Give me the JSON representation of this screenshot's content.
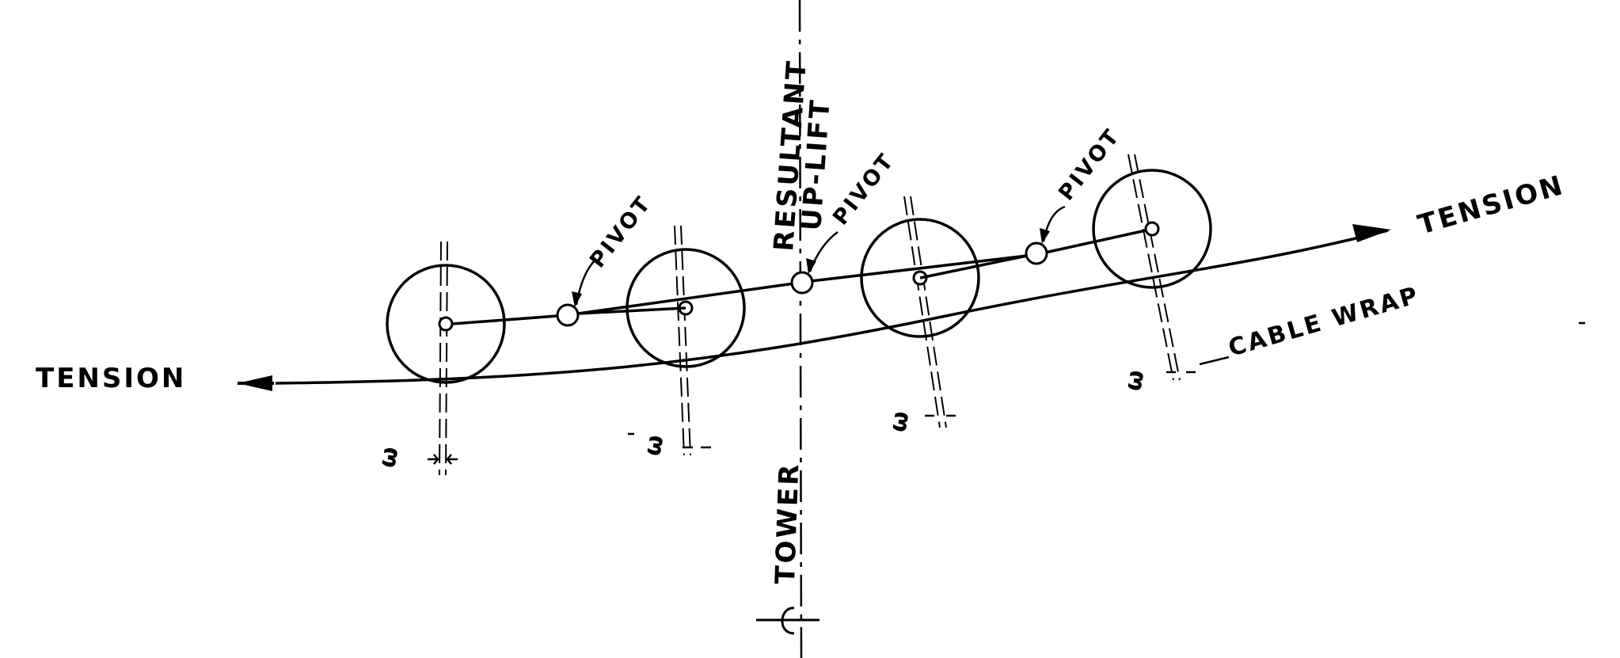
{
  "labels": {
    "tension_left": "TENSION",
    "tension_right": "TENSION",
    "pivot_1": "PIVOT",
    "pivot_2": "PIVOT",
    "pivot_3": "PIVOT",
    "resultant_uplift_line1": "RESULTANT",
    "resultant_uplift_line2": "UP-LIFT",
    "cable_wrap": "CABLE WRAP",
    "tower": "TOWER",
    "omega_symbol": "ω"
  },
  "colors": {
    "ink": "#000000",
    "paper": "#ffffff"
  },
  "icons": {
    "centerline": "centerline-symbol"
  }
}
